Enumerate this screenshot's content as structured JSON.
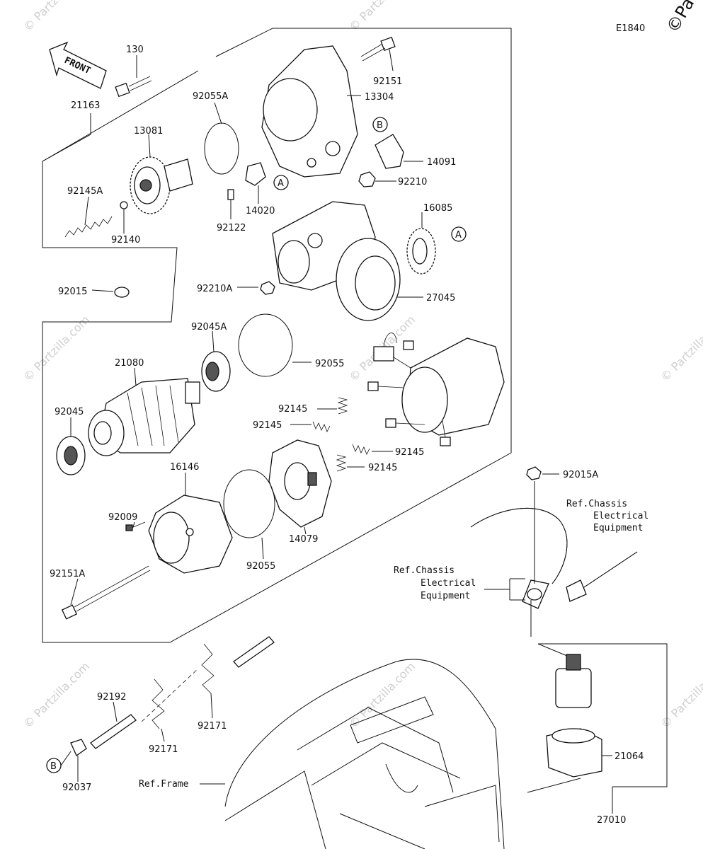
{
  "diagram_code": "E1840",
  "watermark": {
    "corner_text": "©Pa",
    "repeat_text": "© Partzilla.com"
  },
  "front_arrow_label": "FRONT",
  "callouts": {
    "A": "A",
    "B": "B"
  },
  "part_labels": {
    "p130": "130",
    "p21163": "21163",
    "p92055A": "92055A",
    "p92151": "92151",
    "p13304": "13304",
    "p13081": "13081",
    "p14091": "14091",
    "p92210": "92210",
    "p14020": "14020",
    "p92145A": "92145A",
    "p92122": "92122",
    "p16085": "16085",
    "p92140": "92140",
    "p92015": "92015",
    "p92210A": "92210A",
    "p27045": "27045",
    "p92045A": "92045A",
    "p21080": "21080",
    "p92055_top": "92055",
    "p92145_1": "92145",
    "p92145_2": "92145",
    "p92045": "92045",
    "p92145_3": "92145",
    "p92145_4": "92145",
    "p16146": "16146",
    "p92015A": "92015A",
    "p92009": "92009",
    "p14079": "14079",
    "p92055_bot": "92055",
    "p92151A": "92151A",
    "p92192": "92192",
    "p92171_1": "92171",
    "p92171_2": "92171",
    "p92037": "92037",
    "p21064": "21064",
    "p27010": "27010"
  },
  "references": {
    "chassis_right_1": "Ref.Chassis",
    "chassis_right_2": "Electrical",
    "chassis_right_3": "Equipment",
    "chassis_mid_1": "Ref.Chassis",
    "chassis_mid_2": "Electrical",
    "chassis_mid_3": "Equipment",
    "frame": "Ref.Frame"
  }
}
